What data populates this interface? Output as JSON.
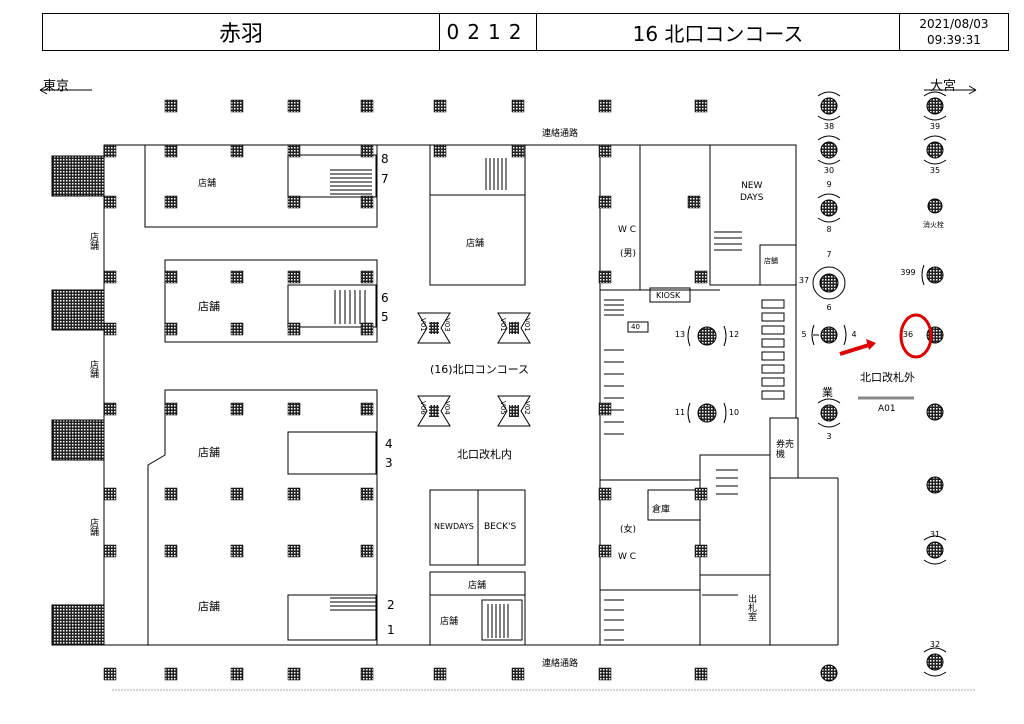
{
  "header": {
    "station": "赤羽",
    "code": "0212",
    "location": "16 北口コンコース",
    "date": "2021/08/03",
    "time": "09:39:31"
  },
  "directions": {
    "left": "東京",
    "right": "大宮"
  },
  "corridor_label": "連絡通路",
  "concourse_label": "(16)北口コンコース",
  "gate_inside_label": "北口改札内",
  "gate_outside_label": "北口改札外",
  "store_label": "店舗",
  "store_vertical": "店舗",
  "newdays": "NEW\nDAYS",
  "newdays_small": "NEWDAYS",
  "becks": "BECK'S",
  "kiosk": "KIOSK",
  "wc_label": "W C",
  "wc_male": "(男)",
  "wc_female": "(女)",
  "warehouse": "倉庫",
  "ticket_machine": "券売機",
  "ticket_office": "出札室",
  "work_label": "業",
  "hydrant": "消火栓",
  "booth_code": "40",
  "target_code": "A01",
  "stair_numbers": [
    "8",
    "7",
    "6",
    "5",
    "4",
    "3",
    "2",
    "1"
  ],
  "signage": [
    "V01",
    "V03",
    "V01",
    "V01",
    "V06",
    "V04",
    "V05",
    "V02"
  ],
  "pillar_numbers": [
    "38",
    "39",
    "30",
    "35",
    "9",
    "8",
    "7",
    "37",
    "399",
    "6",
    "5",
    "4",
    "36",
    "13",
    "12",
    "11",
    "10",
    "3",
    "31",
    "32"
  ]
}
